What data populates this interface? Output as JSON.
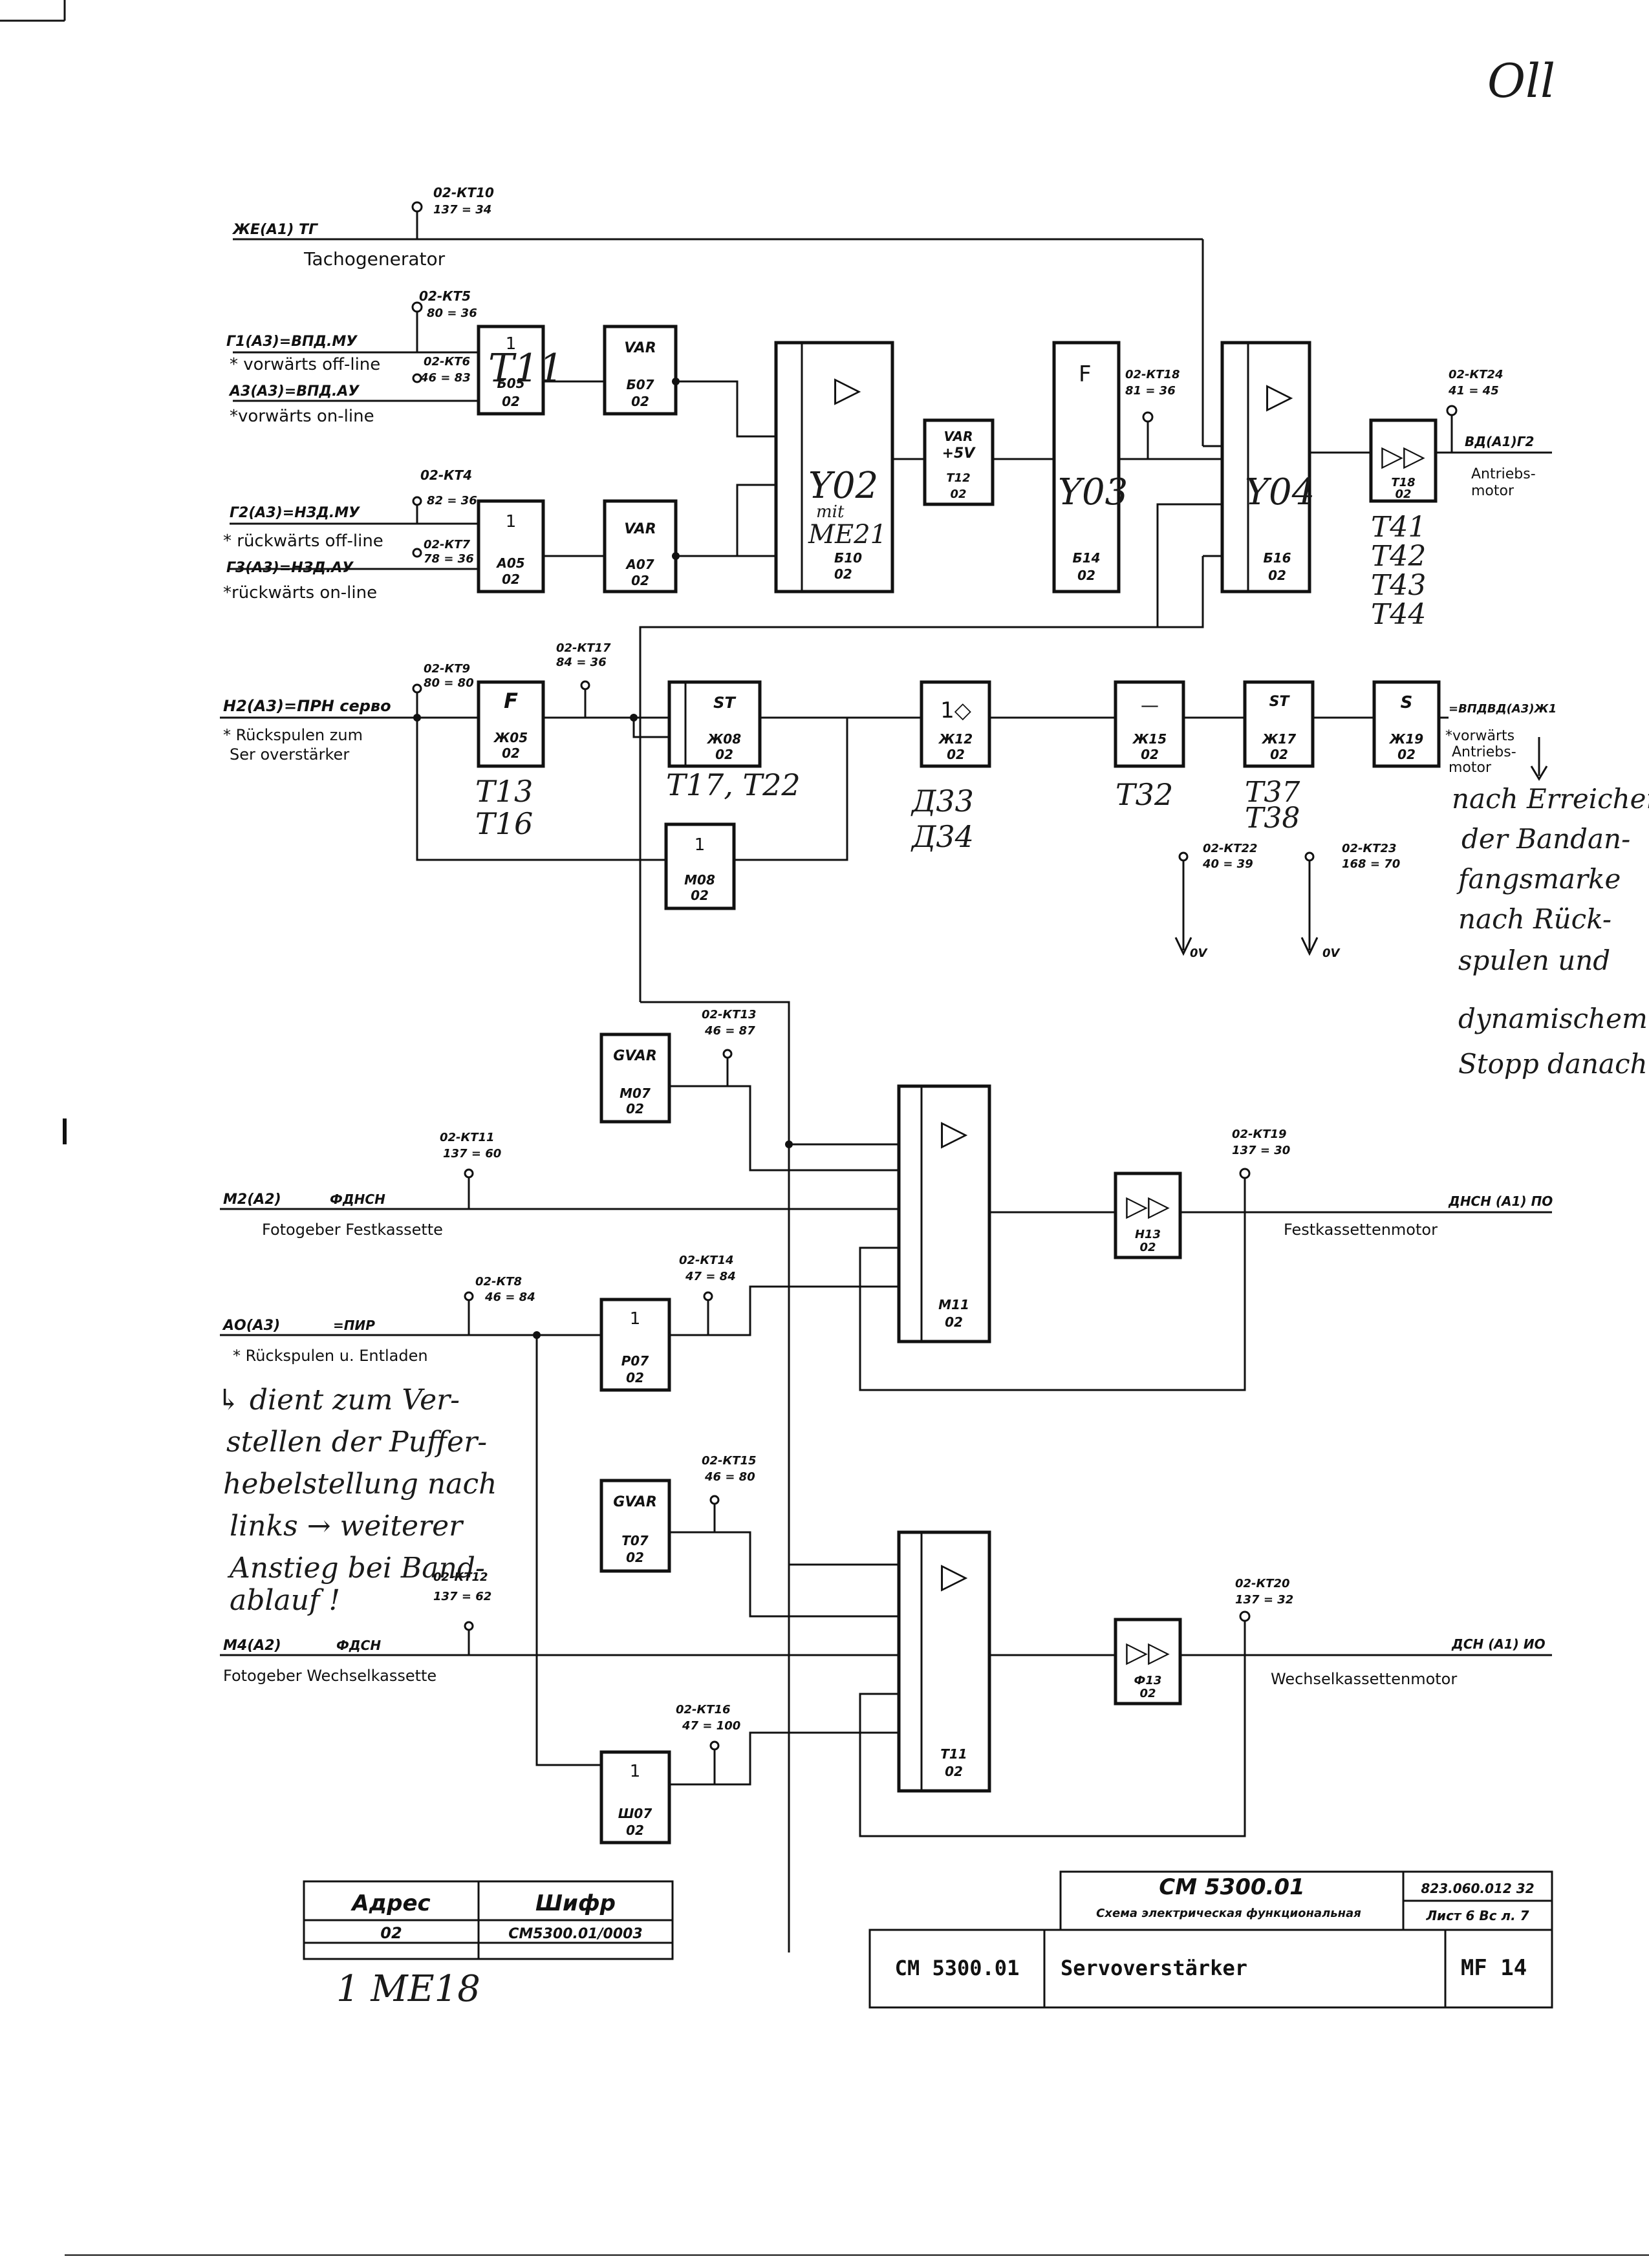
{
  "corner_mark": "Oll",
  "signals": {
    "tacho_addr": "ЖЕ(А1) ТГ",
    "tacho_label": "Tachogenerator",
    "tacho_tp_code": "02-КТ10",
    "tacho_tp_pin": "137 = 34",
    "fwd_offline_addr": "Г1(А3)=ВПД.МУ",
    "fwd_offline_label": "* vorwärts off-line",
    "fwd_online_addr": "А3(А3)=ВПД.АУ",
    "fwd_online_label": "*vorwärts on-line",
    "kt5_code": "02-КТ5",
    "kt5_pin": "80 = 36",
    "kt6_code": "02-КТ6",
    "kt6_pin": "46 = 83",
    "rev_offline_addr": "Г2(А3)=НЗД.МУ",
    "rev_offline_label": "* rückwärts off-line",
    "rev_online_addr": "Г3(А3)=НЗД.АУ",
    "rev_online_label": "*rückwärts on-line",
    "kt4_code": "02-КТ4",
    "kt4_pin": "82 = 36",
    "kt7_code": "02-КТ7",
    "kt7_pin": "78 = 36",
    "servo_addr": "Н2(А3)=ПРН серво",
    "servo_label_1": "* Rückspulen zum",
    "servo_label_2": "Ser overstärker",
    "kt9_code": "02-КТ9",
    "kt9_pin": "80 = 80",
    "kt17_code": "02-КТ17",
    "kt17_pin": "84 = 36",
    "kt18_code": "02-КТ18",
    "kt18_pin": "81 = 36",
    "kt24_code": "02-КТ24",
    "kt24_pin": "41 = 45",
    "drive_addr": "ВД(А1)Г2",
    "drive_label_1": "Antriebs-",
    "drive_label_2": "motor",
    "fwd_drive_addr": "=ВПДВД(А3)Ж1",
    "fwd_drive_label_1": "*vorwärts",
    "fwd_drive_label_2": "Antriebs-",
    "fwd_drive_label_3": "motor",
    "kt22_code": "02-КТ22",
    "kt22_pin": "40 = 39",
    "kt23_code": "02-КТ23",
    "kt23_pin": "168 = 70",
    "zero_v": "0V",
    "kt13_code": "02-КТ13",
    "kt13_pin": "46 = 87",
    "kt11_code": "02-КТ11",
    "kt11_pin": "137 = 60",
    "fixed_addr": "М2(А2)",
    "fixed_sig": "ФДНСН",
    "fixed_label": "Fotogeber Festkassette",
    "kt19_code": "02-КТ19",
    "kt19_pin": "137 = 30",
    "fixed_motor_addr": "ДНСН  (А1) ПО",
    "fixed_motor_label": "Festkassettenmotor",
    "kt8_code": "02-КТ8",
    "kt8_pin": "46 = 84",
    "kt14_code": "02-КТ14",
    "kt14_pin": "47 = 84",
    "rewind_addr": "АО(А3)",
    "rewind_sig": "=ПИР",
    "rewind_label": "* Rückspulen u. Entladen",
    "kt15_code": "02-КТ15",
    "kt15_pin": "46 = 80",
    "kt12_code": "02-КТ12",
    "kt12_pin": "137 = 62",
    "exch_addr": "М4(А2)",
    "exch_sig": "ФДСН",
    "exch_label": "Fotogeber Wechselkassette",
    "kt16_code": "02-КТ16",
    "kt16_pin": "47 = 100",
    "kt20_code": "02-КТ20",
    "kt20_pin": "137 = 32",
    "exch_motor_addr": "ДСН  (А1) ИО",
    "exch_motor_label": "Wechselkassettenmotor"
  },
  "blocks": {
    "b05": {
      "sym": "1",
      "ref": "Б05",
      "num": "02"
    },
    "b07": {
      "sym": "VAR",
      "ref": "Б07",
      "num": "02"
    },
    "a05": {
      "sym": "1",
      "ref": "А05",
      "num": "02"
    },
    "a07": {
      "sym": "VAR",
      "ref": "А07",
      "num": "02"
    },
    "b10": {
      "sym": "▷",
      "ref": "Б10",
      "num": "02"
    },
    "t12": {
      "sym": "VAR",
      "sub": "+5V",
      "ref": "Т12",
      "num": "02"
    },
    "b14": {
      "sym": "F",
      "ref": "Б14",
      "num": "02"
    },
    "b16": {
      "sym": "▷",
      "ref": "Б16",
      "num": "02"
    },
    "t18": {
      "sym": "▷▷",
      "ref": "Т18",
      "num": "02"
    },
    "zh05": {
      "sym": "F",
      "ref": "Ж05",
      "num": "02"
    },
    "zh08": {
      "sym": "ST",
      "ref": "Ж08",
      "num": "02"
    },
    "zh12": {
      "sym": "1◇",
      "ref": "Ж12",
      "num": "02"
    },
    "zh15": {
      "sym": "—",
      "ref": "Ж15",
      "num": "02"
    },
    "zh17": {
      "sym": "ST",
      "ref": "Ж17",
      "num": "02"
    },
    "zh19": {
      "sym": "S",
      "ref": "Ж19",
      "num": "02"
    },
    "m08": {
      "sym": "1",
      "ref": "М08",
      "num": "02"
    },
    "m07": {
      "sym": "GVAR",
      "ref": "М07",
      "num": "02"
    },
    "m11": {
      "sym": "▷",
      "ref": "М11",
      "num": "02"
    },
    "n13": {
      "sym": "▷▷",
      "ref": "Н13",
      "num": "02"
    },
    "r07": {
      "sym": "1",
      "ref": "Р07",
      "num": "02"
    },
    "t07": {
      "sym": "GVAR",
      "ref": "Т07",
      "num": "02"
    },
    "t11": {
      "sym": "▷",
      "ref": "Т11",
      "num": "02"
    },
    "f13": {
      "sym": "▷▷",
      "ref": "Ф13",
      "num": "02"
    },
    "sh07": {
      "sym": "1",
      "ref": "Ш07",
      "num": "02"
    }
  },
  "handwritten": {
    "b05_overlay": "T11",
    "b10_overlay_1": "Y02",
    "b10_overlay_2": "mit",
    "b10_overlay_3": "ME21",
    "b14_overlay": "Y03",
    "b16_overlay": "Y04",
    "t18_list": [
      "T41",
      "T42",
      "T43",
      "T44"
    ],
    "zh05_list": [
      "T13",
      "T16"
    ],
    "zh08_label": "T17, T22",
    "zh12_list": [
      "Д33",
      "Д34"
    ],
    "zh15_label": "T32",
    "zh17_list": [
      "T37",
      "T38"
    ],
    "right_note": [
      "nach Erreichen",
      "der Bandan-",
      "fangsmarke",
      "nach Rück-",
      "spulen und",
      "dynamischem",
      "Stopp danach"
    ],
    "left_note": [
      "↳ dient zum Ver-",
      "stellen der Puffer-",
      "hebelstellung nach",
      "links → weiterer",
      "Anstieg bei Band-",
      "ablauf !"
    ],
    "bottom_note": "1 ME18"
  },
  "address_table": {
    "header_1": "Адрес",
    "header_2": "Шифр",
    "value_1": "02",
    "value_2": "СМ5300.01/0003"
  },
  "title_block": {
    "doc_code": "СМ 5300.01",
    "doc_desc": "Схема электрическая функциональная",
    "doc_num": "823.060.012 32",
    "sheet": "Лист 6 Вс л. 7",
    "sys": "CM 5300.01",
    "title": "Servoverstärker",
    "page": "MF 14"
  }
}
